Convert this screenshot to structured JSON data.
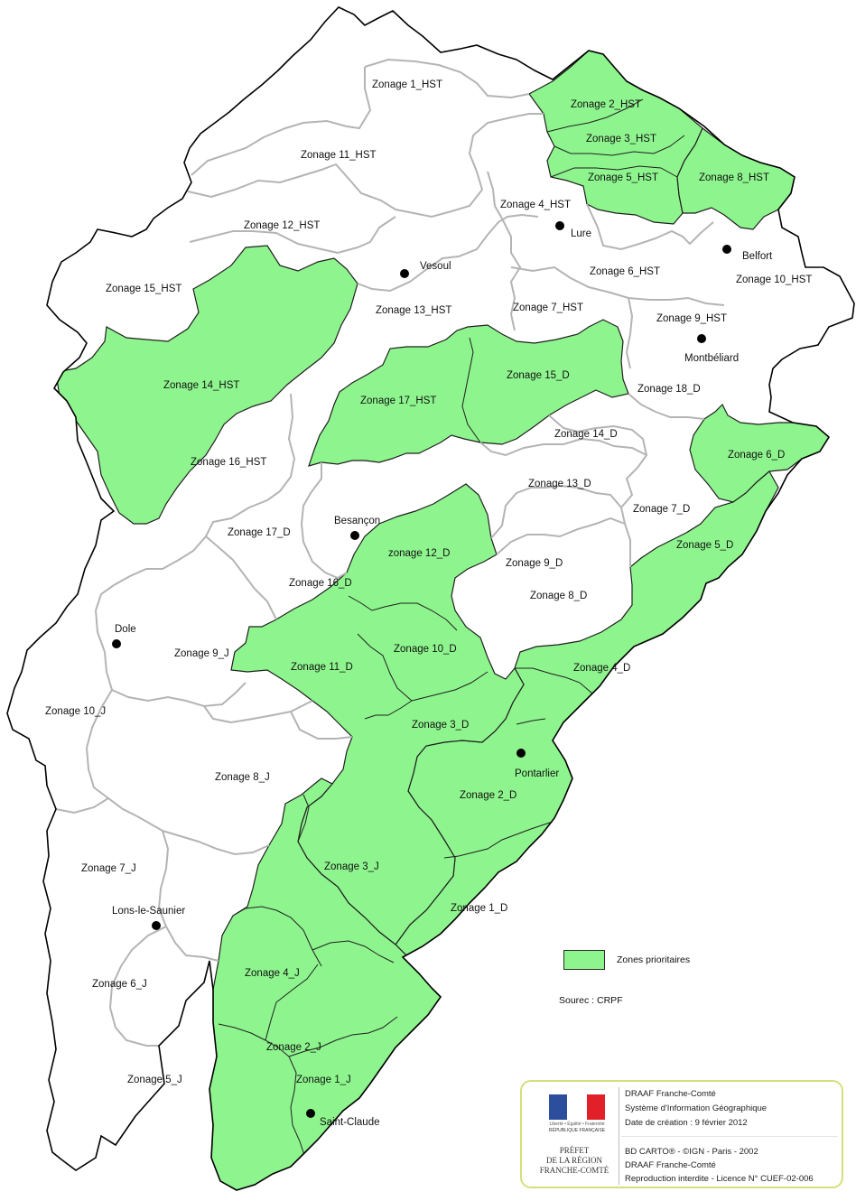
{
  "zones_hst": [
    "Zonage 1_HST",
    "Zonage 2_HST",
    "Zonage 3_HST",
    "Zonage 4_HST",
    "Zonage 5_HST",
    "Zonage 6_HST",
    "Zonage 7_HST",
    "Zonage 8_HST",
    "Zonage 9_HST",
    "Zonage 10_HST",
    "Zonage 11_HST",
    "Zonage 12_HST",
    "Zonage 13_HST",
    "Zonage 14_HST",
    "Zonage 15_HST",
    "Zonage 16_HST",
    "Zonage 17_HST"
  ],
  "zones_d": [
    "Zonage 1_D",
    "Zonage 2_D",
    "Zonage 3_D",
    "Zonage 4_D",
    "Zonage 5_D",
    "Zonage 6_D",
    "Zonage 7_D",
    "Zonage 8_D",
    "Zonage 9_D",
    "Zonage 10_D",
    "Zonage 11_D",
    "zonage 12_D",
    "Zonage 13_D",
    "Zonage 14_D",
    "Zonage 15_D",
    "Zonage 16_D",
    "Zonage 17_D",
    "Zonage 18_D"
  ],
  "zones_j": [
    "Zonage 1_J",
    "Zonage 2_J",
    "Zonage 3_J",
    "Zonage 4_J",
    "Zonage 5_J",
    "Zonage 6_J",
    "Zonage 7_J",
    "Zonage 8_J",
    "Zonage 9_J",
    "Zonage 10_J"
  ],
  "priority_zones": [
    "Zonage 2_HST",
    "Zonage 3_HST",
    "Zonage 5_HST",
    "Zonage 8_HST",
    "Zonage 14_HST",
    "Zonage 17_HST",
    "Zonage 15_D",
    "Zonage 6_D",
    "Zonage 5_D",
    "zonage 12_D",
    "Zonage 11_D",
    "Zonage 10_D",
    "Zonage 4_D",
    "Zonage 3_D",
    "Zonage 2_D",
    "Zonage 1_D",
    "Zonage 3_J",
    "Zonage 4_J",
    "Zonage 2_J",
    "Zonage 1_J"
  ],
  "cities": [
    "Vesoul",
    "Lure",
    "Belfort",
    "Montbéliard",
    "Besançon",
    "Dole",
    "Pontarlier",
    "Lons-le-Saunier",
    "Saint-Claude"
  ],
  "colors": {
    "priority_fill": "#8ef58e",
    "outer_border": "#000000",
    "inner_border": "#b4b4b4"
  },
  "legend": {
    "label": "Zones prioritaires",
    "source": "Sourec : CRPF"
  },
  "cartouche": {
    "motto": "Liberté • Égalité • Fraternité",
    "republic": "RÉPUBLIQUE FRANÇAISE",
    "prefet_lines": [
      "PRÉFET",
      "DE LA RÉGION",
      "FRANCHE-COMTÉ"
    ],
    "lines_top": [
      "DRAAF Franche-Comté",
      "Système d'Information Géographique",
      "Date de création : 9 février 2012"
    ],
    "lines_bottom": [
      "BD CARTO® - ©IGN - Paris - 2002",
      "DRAAF Franche-Comté",
      "Reproduction interdite - Licence N° CUEF-02-006"
    ]
  }
}
